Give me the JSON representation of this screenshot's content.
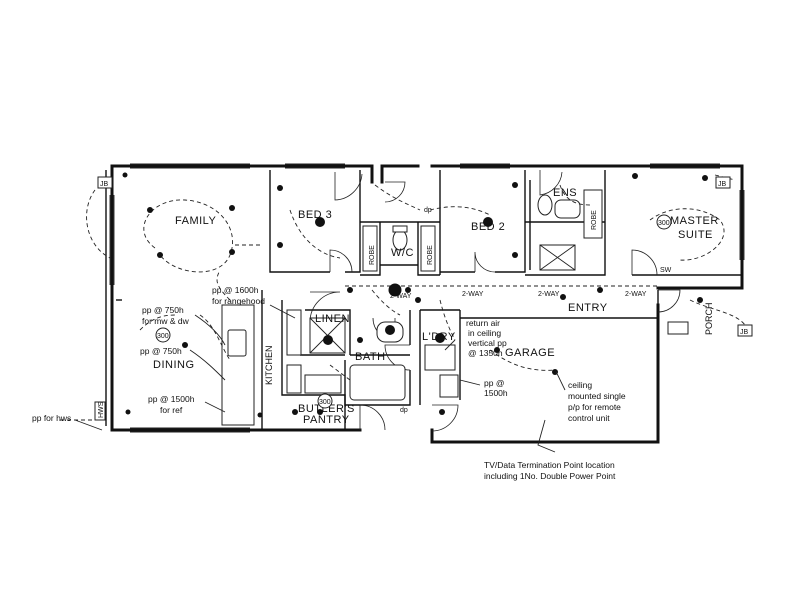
{
  "rooms": {
    "family": "FAMILY",
    "bed3": "BED 3",
    "wc": "W/C",
    "bed2": "BED 2",
    "ens": "ENS",
    "master_line1": "MASTER",
    "master_line2": "SUITE",
    "kitchen": "KITCHEN",
    "dining": "DINING",
    "linen": "LINEN",
    "bath": "BATH",
    "ldry": "L'DRY",
    "butlers_line1": "BUTLER'S",
    "butlers_line2": "PANTRY",
    "garage": "GARAGE",
    "entry": "ENTRY",
    "porch": "PORCH",
    "robe": "ROBE"
  },
  "notes": {
    "rangehood_line1": "pp @ 1600h",
    "rangehood_line2": "for rangehood",
    "mw_line1": "pp @ 750h",
    "mw_line2": "for mw & dw",
    "dining_pp": "pp @ 750h",
    "ref_line1": "pp @ 1500h",
    "ref_line2": "for ref",
    "hws": "pp for hws",
    "return_line1": "return air",
    "return_line2": "in ceiling",
    "return_line3": "vertical pp",
    "return_line4": "@ 1350h",
    "ldry_pp_line1": "pp @",
    "ldry_pp_line2": "1500h",
    "ceiling_line1": "ceiling",
    "ceiling_line2": "mounted single",
    "ceiling_line3": "p/p for remote",
    "ceiling_line4": "control unit",
    "tv_line1": "TV/Data Termination Point location",
    "tv_line2": "including 1No. Double Power Point",
    "two_way": "2-WAY",
    "sw": "SW",
    "dp": "dp",
    "jb": "JB",
    "hws_tag": "HWS",
    "dl_300": "300"
  },
  "colors": {
    "line": "#111111",
    "background": "#ffffff"
  }
}
